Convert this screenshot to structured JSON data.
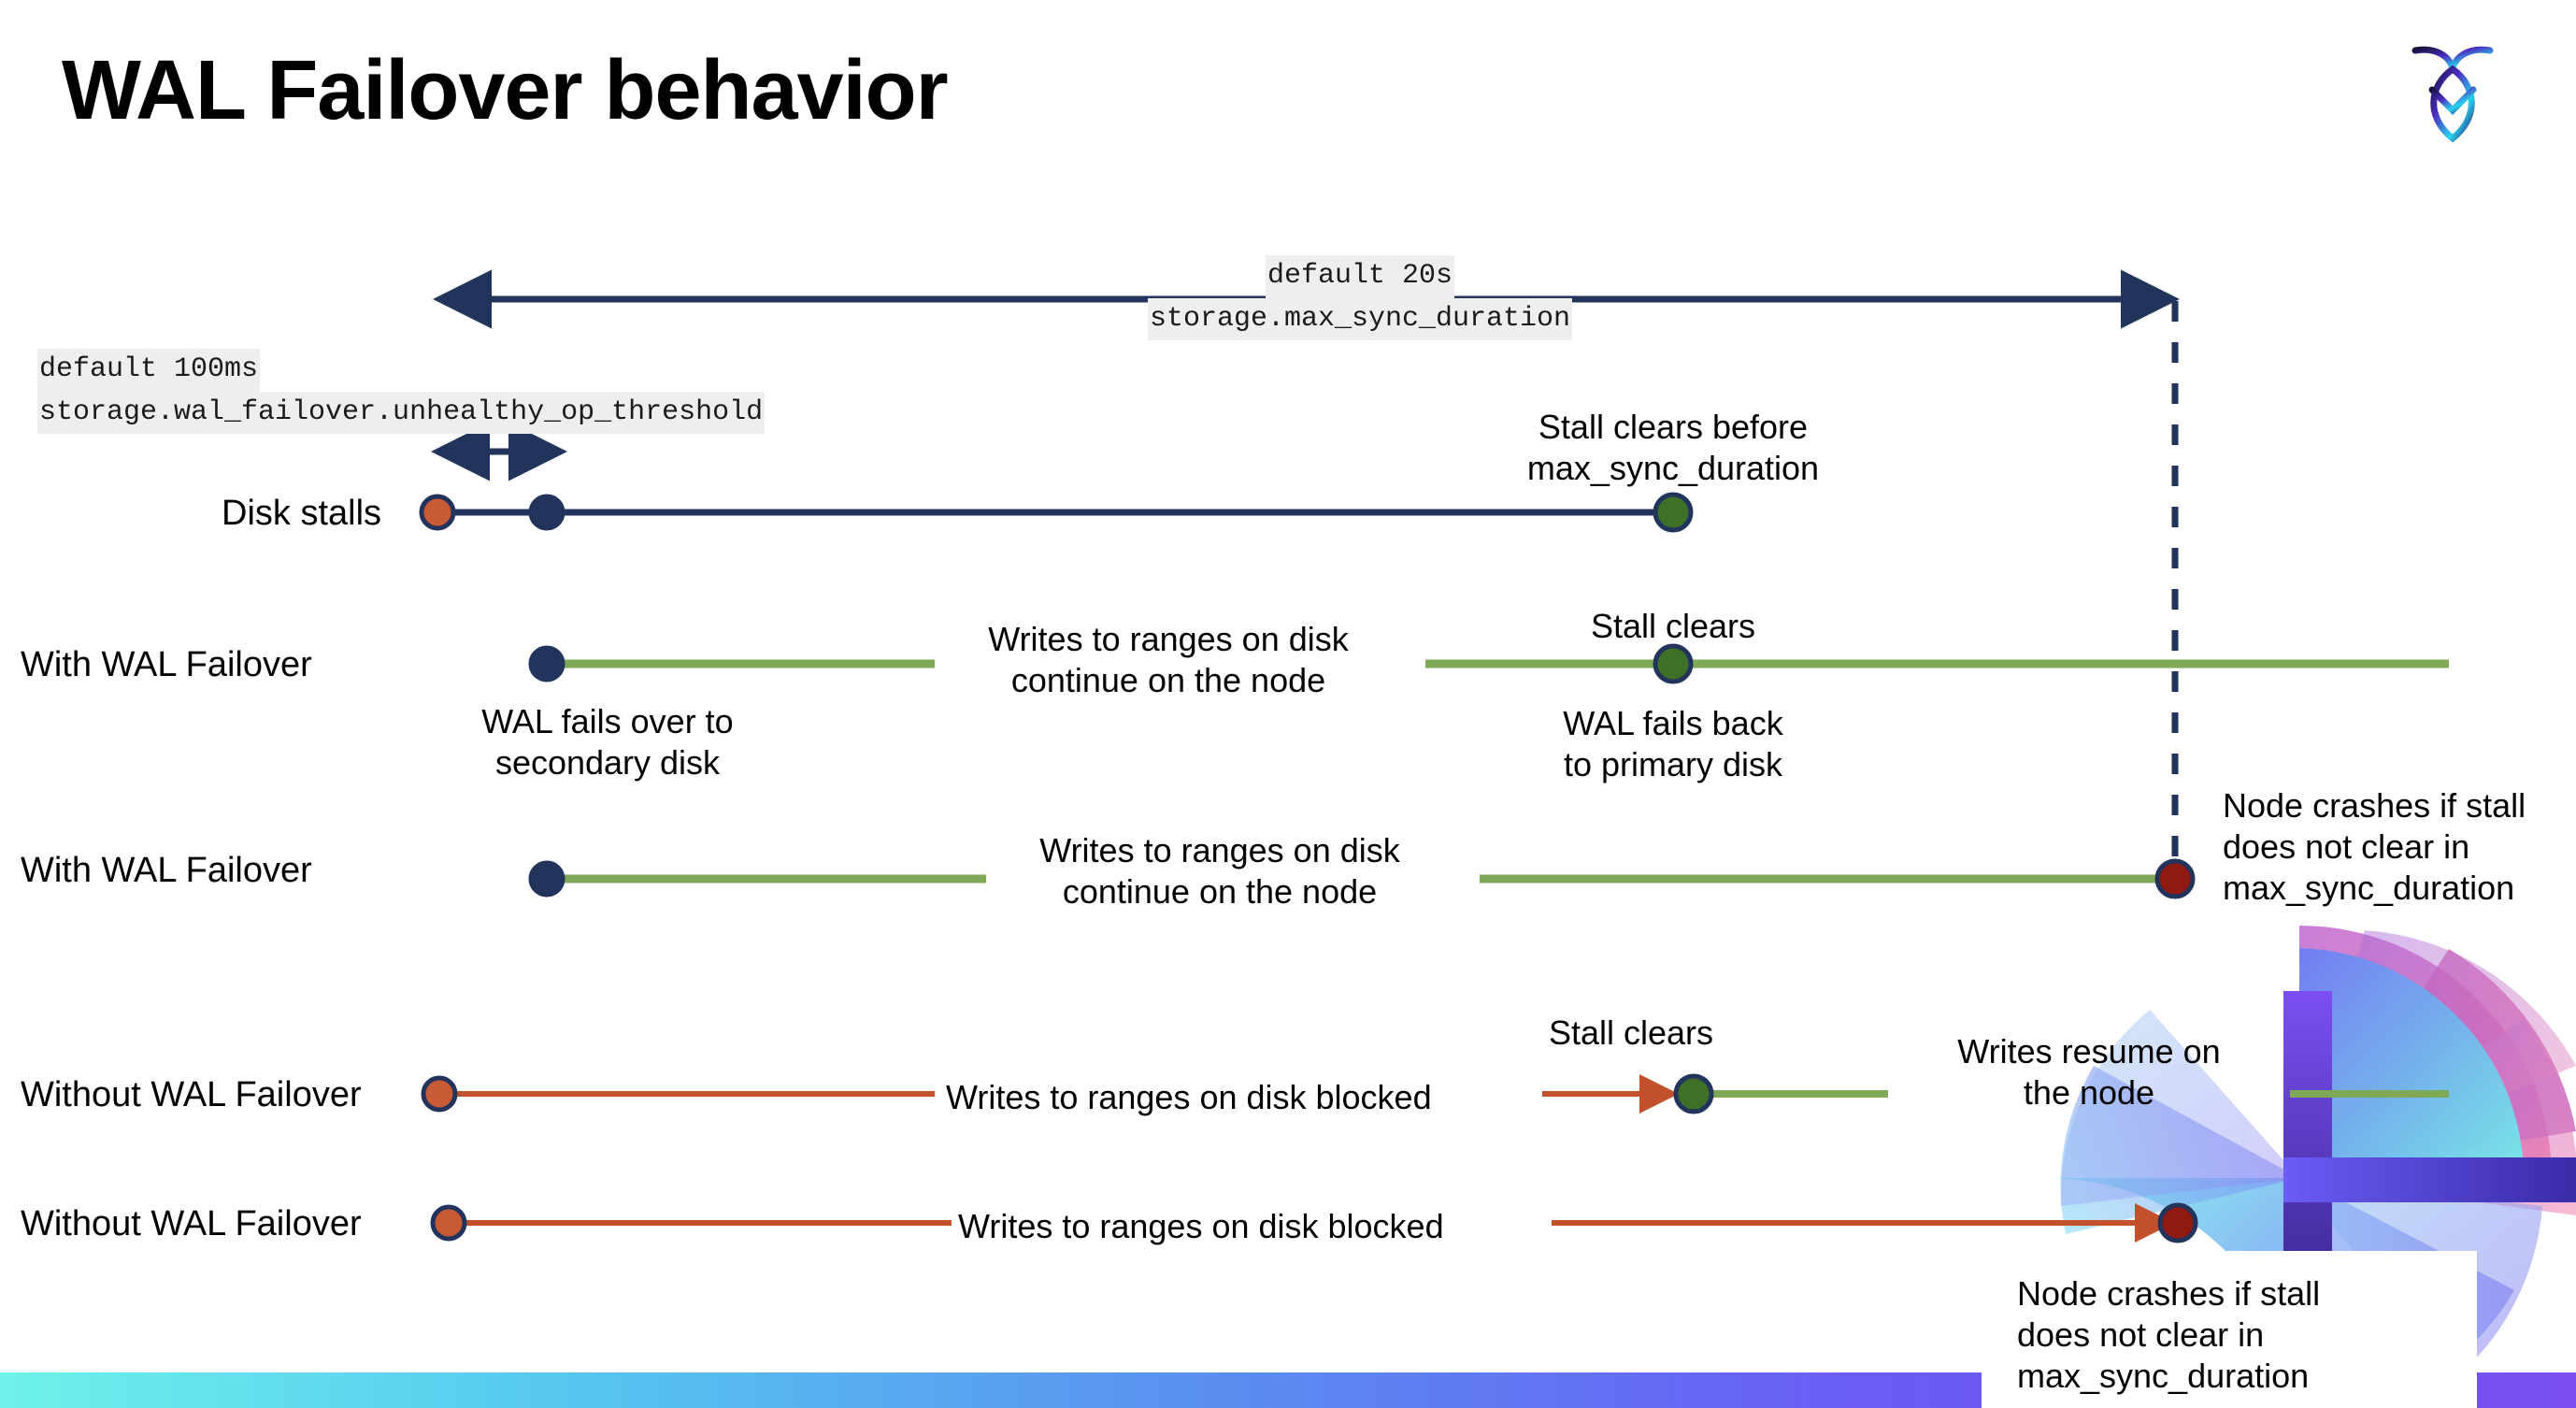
{
  "slide": {
    "title": "WAL Failover behavior",
    "logo_icon": "cockroach-labs-logo-icon",
    "background": "#ffffff"
  },
  "colors": {
    "navy": "#22335c",
    "green_line": "#7aa css",
    "green": "#7fa857",
    "green_dot": "#3f7028",
    "orange": "#c4512e",
    "orange_dot": "#c85a35",
    "dark_red": "#8e1a12",
    "code_bg": "#eeeeee",
    "accent_gradient_start": "#6ef2ea",
    "accent_gradient_end": "#7b4ff2"
  },
  "annotations": {
    "max_sync": {
      "default": "default 20s",
      "setting": "storage.max_sync_duration"
    },
    "unhealthy_op": {
      "default": "default 100ms",
      "setting": "storage.wal_failover.unhealthy_op_threshold"
    }
  },
  "rows": [
    {
      "id": "disk-stalls",
      "label": "Disk stalls",
      "notes": [
        {
          "id": "stall-clears-before",
          "text": "Stall clears before\nmax_sync_duration"
        }
      ]
    },
    {
      "id": "with-wal-failover-clears",
      "label": "With WAL Failover",
      "notes": [
        {
          "id": "wal-fails-over",
          "text": "WAL fails over to\nsecondary disk"
        },
        {
          "id": "writes-continue-1",
          "text": "Writes to ranges on disk\ncontinue on the node"
        },
        {
          "id": "stall-clears-1",
          "text": "Stall clears"
        },
        {
          "id": "wal-fails-back",
          "text": "WAL fails  back\nto primary disk"
        }
      ]
    },
    {
      "id": "with-wal-failover-crash",
      "label": "With WAL Failover",
      "notes": [
        {
          "id": "writes-continue-2",
          "text": "Writes to ranges on disk\ncontinue on the node"
        },
        {
          "id": "node-crashes-1",
          "text": "Node crashes if stall\ndoes not clear in\nmax_sync_duration"
        }
      ]
    },
    {
      "id": "without-wal-failover-clears",
      "label": "Without WAL Failover",
      "notes": [
        {
          "id": "writes-blocked-1",
          "text": "Writes to ranges on disk  blocked"
        },
        {
          "id": "stall-clears-2",
          "text": "Stall clears"
        },
        {
          "id": "writes-resume",
          "text": "Writes resume on\nthe node"
        }
      ]
    },
    {
      "id": "without-wal-failover-crash",
      "label": "Without WAL Failover",
      "notes": [
        {
          "id": "writes-blocked-2",
          "text": "Writes to ranges on disk  blocked"
        },
        {
          "id": "node-crashes-2",
          "text": "Node crashes if stall\ndoes not clear in\nmax_sync_duration"
        }
      ]
    }
  ],
  "text": {
    "title": "WAL Failover behavior",
    "disk_stalls": "Disk stalls",
    "with_wal_failover_1": "With WAL Failover",
    "with_wal_failover_2": "With WAL Failover",
    "without_wal_failover_1": "Without WAL Failover",
    "without_wal_failover_2": "Without WAL Failover",
    "default_20s": "default 20s",
    "storage_max_sync_duration": "storage.max_sync_duration",
    "default_100ms": "default 100ms",
    "storage_unhealthy_op_threshold": "storage.wal_failover.unhealthy_op_threshold",
    "stall_clears_before_l1": "Stall clears before",
    "stall_clears_before_l2": "max_sync_duration",
    "wal_fails_over_l1": "WAL fails over to",
    "wal_fails_over_l2": "secondary disk",
    "writes_continue_l1": "Writes to ranges on disk",
    "writes_continue_l2": "continue on the node",
    "writes_continue2_l1": "Writes to ranges on disk",
    "writes_continue2_l2": "continue on the node",
    "stall_clears_a": "Stall clears",
    "stall_clears_b": "Stall clears",
    "wal_fails_back_l1": "WAL fails  back",
    "wal_fails_back_l2": "to primary disk",
    "node_crashes1_l1": "Node crashes if stall",
    "node_crashes1_l2": "does not clear in",
    "node_crashes1_l3": "max_sync_duration",
    "node_crashes2_l1": "Node crashes if stall",
    "node_crashes2_l2": "does not clear in",
    "node_crashes2_l3": "max_sync_duration",
    "writes_blocked_1": "Writes to ranges on disk  blocked",
    "writes_blocked_2": "Writes to ranges on disk  blocked",
    "writes_resume_l1": "Writes resume on",
    "writes_resume_l2": "the node"
  }
}
